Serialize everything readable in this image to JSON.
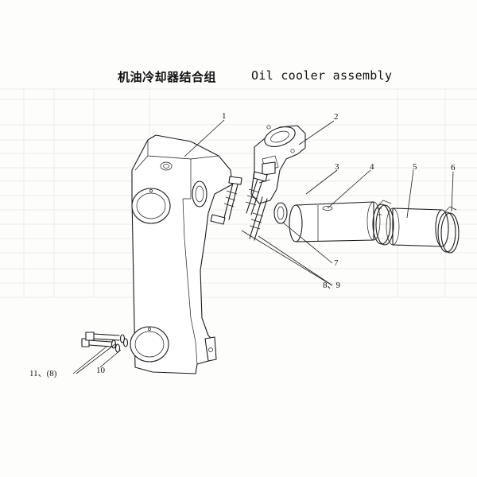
{
  "title": {
    "chinese": "机油冷却器结合组",
    "english": "Oil cooler assembly"
  },
  "callouts": {
    "c1": "1",
    "c2": "2",
    "c3": "3",
    "c4": "4",
    "c5": "5",
    "c6": "6",
    "c7": "7",
    "c89": "8、9",
    "c10": "10",
    "c11": "11、(8)"
  }
}
